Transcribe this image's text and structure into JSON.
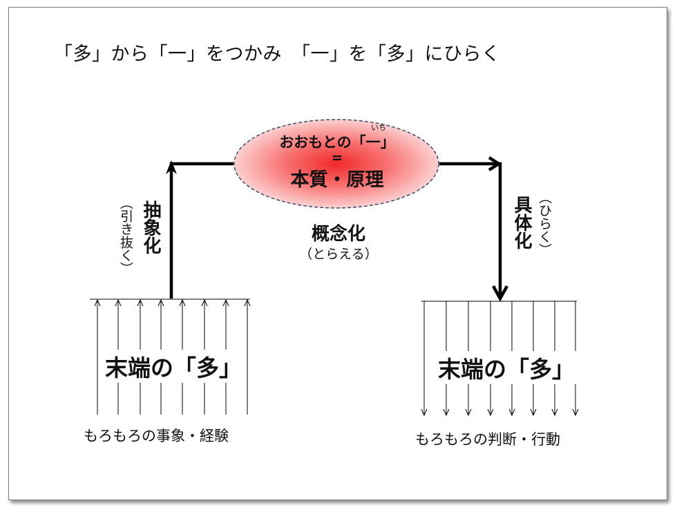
{
  "title": "「多」から「一」をつかみ　「一」を「多」にひらく",
  "center": {
    "top_line": "おおもとの「一」",
    "ruby": "いち",
    "equals": "=",
    "essence": "本質・原理"
  },
  "middle": {
    "label": "概念化",
    "sublabel": "（とらえる）"
  },
  "left_branch": {
    "label": "抽象化",
    "sublabel": "（引き抜く）",
    "big_label": "末端の「多」",
    "caption": "もろもろの事象・経験"
  },
  "right_branch": {
    "label": "具体化",
    "sublabel": "（ひらく）",
    "big_label": "末端の「多」",
    "caption": "もろもろの判断・行動"
  },
  "colors": {
    "ellipse_center": "#f02a2a",
    "ellipse_edge": "#fde3e3",
    "ellipse_border": "#3a4a66",
    "lines": "#000000"
  }
}
